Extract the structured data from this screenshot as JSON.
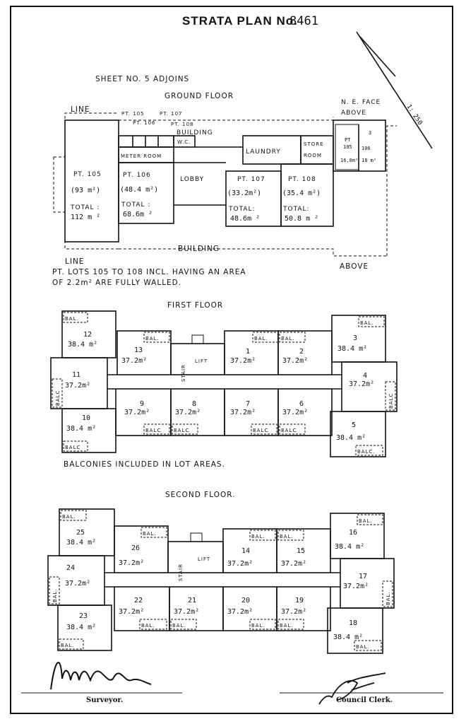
{
  "header": {
    "title": "STRATA PLAN  No.",
    "plan_number": "8461"
  },
  "sheet_note": "SHEET         NO.  5   ADJOINS",
  "scale": "1: 250",
  "ground": {
    "heading": "GROUND    FLOOR",
    "ne_face": "N. E. FACE",
    "above_top": "ABOVE",
    "above_bottom": "ABOVE",
    "line_top": "LINE",
    "line_bottom": "LINE",
    "building_top": "BUILDING",
    "building_bottom": "BUILDING",
    "small_labels": [
      "PT. 105",
      "PT. 107",
      "PT. 106",
      "PT. 108"
    ],
    "wc": "W.C.",
    "meter_room": "METER ROOM",
    "laundry": "LAUNDRY",
    "store": "STORE",
    "room": "ROOM",
    "lobby": "LOBBY",
    "lots": [
      {
        "id": "PT. 105",
        "area": "(93 m²)",
        "total_label": "TOTAL :",
        "total": "112 m ²"
      },
      {
        "id": "PT. 106",
        "area": "(48.4 m²)",
        "total_label": "TOTAL :",
        "total": "68.6m ²"
      },
      {
        "id": "PT. 107",
        "area": "(33.2m²)",
        "total_label": "TOTAL:",
        "total": "48.6m ²"
      },
      {
        "id": "PT. 108",
        "area": "(35.4 m²)",
        "total_label": "TOTAL:",
        "total": "50.8 m ²"
      }
    ],
    "ne_lots": [
      {
        "id": "PT",
        "num": "105",
        "area": "16.8m²"
      },
      {
        "id": "3",
        "num": "106",
        "area": "18 m²"
      }
    ],
    "note_line1": "PT. LOTS  105  TO  108  INCL.  HAVING  AN  AREA",
    "note_line2": "OF   2.2m²  ARE  FULLY  WALLED."
  },
  "first": {
    "heading": "FIRST         FLOOR",
    "stair": "STAIR",
    "lift": "LIFT",
    "bal": "BAL.",
    "balc": "BALC",
    "balc2": "BALC.",
    "lots": [
      {
        "n": "12",
        "a": "38.4 m²"
      },
      {
        "n": "13",
        "a": "37.2m²"
      },
      {
        "n": "1",
        "a": "37.2m²"
      },
      {
        "n": "2",
        "a": "37.2m²"
      },
      {
        "n": "3",
        "a": "38.4 m²"
      },
      {
        "n": "11",
        "a": "37.2m²"
      },
      {
        "n": "4",
        "a": "37.2m²"
      },
      {
        "n": "9",
        "a": "37.2m²"
      },
      {
        "n": "8",
        "a": "37.2m²"
      },
      {
        "n": "7",
        "a": "37.2m²"
      },
      {
        "n": "6",
        "a": "37.2m²"
      },
      {
        "n": "10",
        "a": "38.4 m²"
      },
      {
        "n": "5",
        "a": "38.4 m²"
      }
    ],
    "note": "BALCONIES   INCLUDED   IN   LOT  AREAS."
  },
  "second": {
    "heading": "SECOND      FLOOR.",
    "stair": "STAIR",
    "lift": "LIFT",
    "bal": "BAL.",
    "lots": [
      {
        "n": "25",
        "a": "38.4 m²"
      },
      {
        "n": "26",
        "a": "37.2m²"
      },
      {
        "n": "14",
        "a": "37.2m²"
      },
      {
        "n": "15",
        "a": "37.2m²"
      },
      {
        "n": "16",
        "a": "38.4 m²"
      },
      {
        "n": "24",
        "a": "37.2m²"
      },
      {
        "n": "17",
        "a": "37.2m²"
      },
      {
        "n": "22",
        "a": "37.2m²"
      },
      {
        "n": "21",
        "a": "37.2m²"
      },
      {
        "n": "20",
        "a": "37.2m²"
      },
      {
        "n": "19",
        "a": "37.2m²"
      },
      {
        "n": "23",
        "a": "38.4 m²"
      },
      {
        "n": "18",
        "a": "38.4 m²"
      }
    ]
  },
  "signatures": {
    "surveyor": "Surveyor.",
    "clerk": "Council Clerk."
  }
}
